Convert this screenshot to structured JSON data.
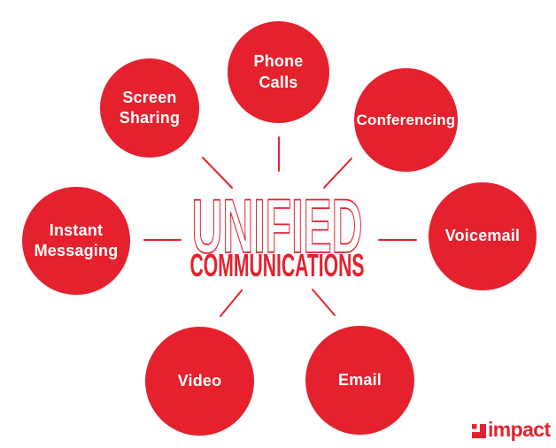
{
  "colors": {
    "red": "#E5212E",
    "white": "#FFFFFF"
  },
  "center": {
    "title_line1": "UNIFIED",
    "title_line2": "COMMUNICATIONS"
  },
  "nodes": [
    {
      "id": "phone-calls",
      "label": "Phone\nCalls"
    },
    {
      "id": "conferencing",
      "label": "Conferencing"
    },
    {
      "id": "voicemail",
      "label": "Voicemail"
    },
    {
      "id": "email",
      "label": "Email"
    },
    {
      "id": "video",
      "label": "Video"
    },
    {
      "id": "instant-messaging",
      "label": "Instant\nMessaging"
    },
    {
      "id": "screen-sharing",
      "label": "Screen\nSharing"
    }
  ],
  "logo": {
    "text": "impact"
  }
}
